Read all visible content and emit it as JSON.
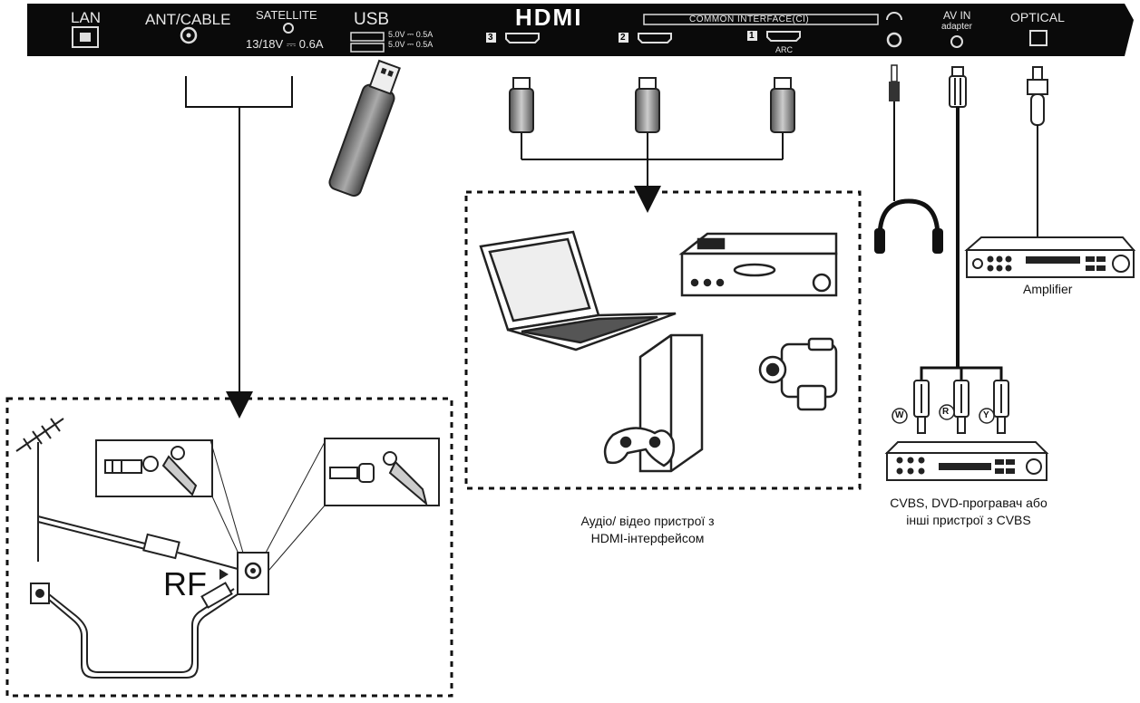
{
  "panel": {
    "lan": "LAN",
    "ant_cable": "ANT/CABLE",
    "satellite": "SATELLITE",
    "satellite_power": "13/18V ⎓ 0.6A",
    "usb": "USB",
    "usb_rating_1": "5.0V ⎓ 0.5A",
    "usb_rating_2": "5.0V ⎓ 0.5A",
    "hdmi": "HDMI",
    "hdmi_port_3": "3",
    "hdmi_port_2": "2",
    "hdmi_port_1": "1",
    "arc": "ARC",
    "common_interface": "COMMON INTERFACE(CI)",
    "av_in": "AV IN",
    "adapter": "adapter",
    "optical": "OPTICAL"
  },
  "labels": {
    "rf": "RF",
    "amplifier": "Amplifier",
    "hdmi_devices_line1": "Аудіо/ відео пристрої з",
    "hdmi_devices_line2": "HDMI-інтерфейсом",
    "cvbs_line1": "CVBS, DVD-програвач або",
    "cvbs_line2": "інші пристрої з CVBS",
    "rca_white": "W",
    "rca_red": "R",
    "rca_yellow": "Y"
  }
}
